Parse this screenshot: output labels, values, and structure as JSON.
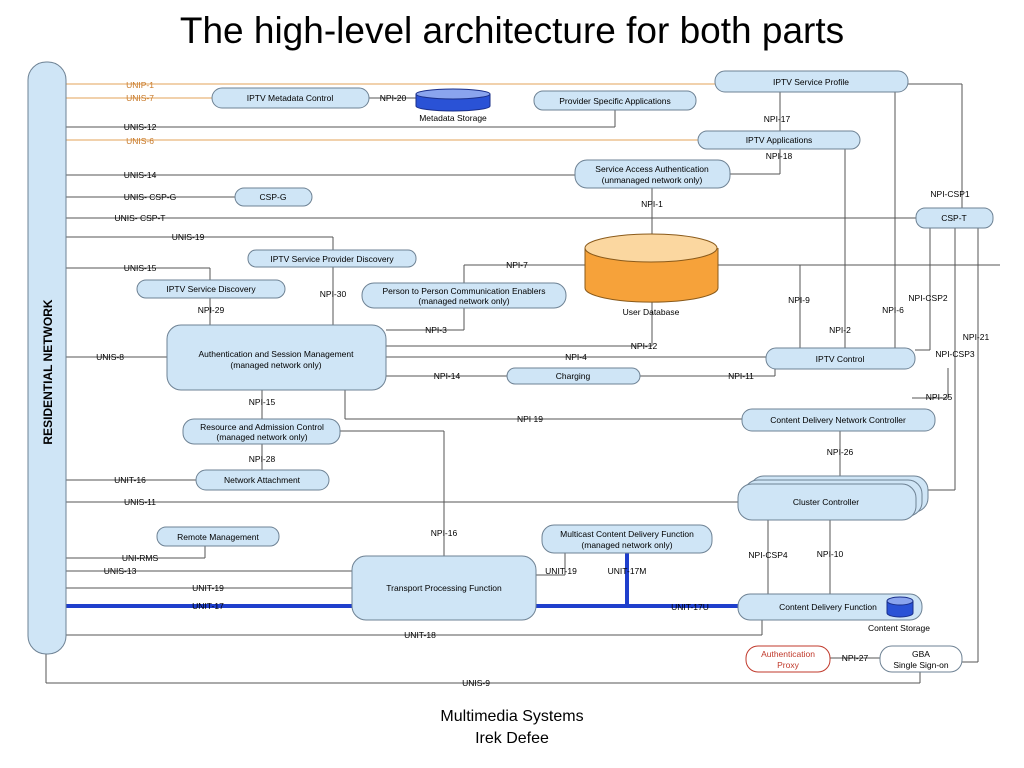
{
  "title": "The high-level architecture for both parts",
  "footer": {
    "line1": "Multimedia Systems",
    "line2": "Irek Defee"
  },
  "colors": {
    "box_fill": "#cfe5f6",
    "box_stroke": "#6e8294",
    "thick_line": "#1f3fcc",
    "orange_line": "#e3a35a",
    "orange_text": "#c87a2a",
    "red_text": "#c0392b",
    "red_stroke": "#c0392b",
    "db_orange": "#f6a23a",
    "db_blue": "#2a52d6"
  },
  "residential": "RESIDENTIAL NETWORK",
  "boxes": {
    "iptv_service_profile": "IPTV Service Profile",
    "iptv_metadata_control": "IPTV Metadata Control",
    "provider_specific": "Provider Specific Applications",
    "iptv_applications": "IPTV Applications",
    "service_access_auth_1": "Service Access Authentication",
    "service_access_auth_2": "(unmanaged network only)",
    "csp_g": "CSP-G",
    "csp_t": "CSP-T",
    "provider_discovery": "IPTV Service Provider Discovery",
    "iptv_service_discovery": "IPTV Service Discovery",
    "p2p_1": "Person to Person Communication  Enablers",
    "p2p_2": "(managed network only)",
    "auth_session_1": "Authentication and Session Management",
    "auth_session_2": "(managed network only)",
    "iptv_control": "IPTV Control",
    "charging": "Charging",
    "resource_admission_1": "Resource and Admission Control",
    "resource_admission_2": "(managed network only)",
    "cdn_controller": "Content Delivery Network Controller",
    "network_attachment": "Network Attachment",
    "cluster_controller": "Cluster Controller",
    "remote_management": "Remote Management",
    "multicast_1": "Multicast Content Delivery Function",
    "multicast_2": "(managed network only)",
    "transport_processing": "Transport Processing Function",
    "content_delivery": "Content Delivery Function",
    "auth_proxy_1": "Authentication",
    "auth_proxy_2": "Proxy",
    "gba_1": "GBA",
    "gba_2": "Single Sign-on"
  },
  "databases": {
    "metadata_storage": "Metadata Storage",
    "user_database": "User Database",
    "content_storage": "Content Storage"
  },
  "labels": {
    "unip1": "UNIP-1",
    "unis7": "UNIS-7",
    "unis12": "UNIS-12",
    "unis6": "UNIS-6",
    "unis14": "UNIS-14",
    "unis_csp_g": "UNIS- CSP-G",
    "unis_csp_t": "UNIS- CSP-T",
    "unis19": "UNIS-19",
    "unis15": "UNIS-15",
    "unis8": "UNIS-8",
    "unit16": "UNIT-16",
    "unis11": "UNIS-11",
    "uni_rms": "UNI-RMS",
    "unis13": "UNIS-13",
    "unit19": "UNIT-19",
    "unit17": "UNIT-17",
    "unit18": "UNIT-18",
    "unis9": "UNIS-9",
    "npi20": "NPI-20",
    "npi17": "NPI-17",
    "npi18": "NPI-18",
    "npi1": "NPI-1",
    "npi_csp1": "NPI-CSP1",
    "npi7": "NPI-7",
    "npi30": "NPI-30",
    "npi29": "NPI-29",
    "npi3": "NPI-3",
    "npi12": "NPI-12",
    "npi4": "NPI-4",
    "npi14": "NPI-14",
    "npi11": "NPI-11",
    "npi9": "NPI-9",
    "npi2": "NPI-2",
    "npi6": "NPI-6",
    "npi_csp2": "NPI-CSP2",
    "npi21": "NPI-21",
    "npi_csp3": "NPI-CSP3",
    "npi15": "NPI-15",
    "npi19": "NPI 19",
    "npi25": "NPI-25",
    "npi26": "NPI-26",
    "npi28": "NPI-28",
    "npi16": "NPI-16",
    "unit19b": "UNIT-19",
    "unit17m": "UNIT-17M",
    "npi_csp4": "NPI-CSP4",
    "npi10": "NPI-10",
    "unit17u": "UNIT-17U",
    "npi27": "NPI-27"
  }
}
